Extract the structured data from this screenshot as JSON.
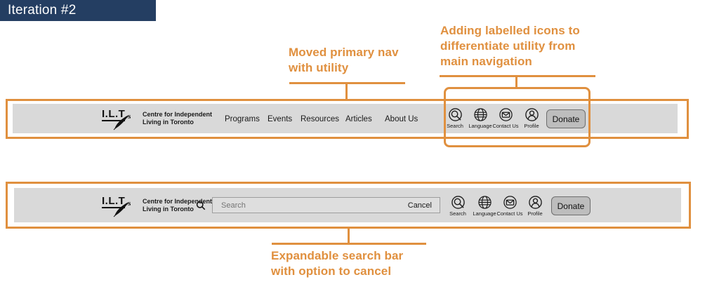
{
  "banner": {
    "title": "Iteration #2"
  },
  "colors": {
    "accent_orange": "#E0903F",
    "banner_navy": "#243E62",
    "navbar_gray": "#D9D9D9",
    "donate_gray": "#BDBDBD"
  },
  "annotations": {
    "primary_nav": "Moved primary nav\nwith utility",
    "labelled_icons": "Adding labelled icons to\ndifferentiate utility from\nmain navigation",
    "search_bar": "Expandable search bar\nwith option to cancel"
  },
  "logo": {
    "acronym": "I.L.T",
    "suffix": "s",
    "tagline_line1": "Centre for Independent",
    "tagline_line2": "Living in Toronto"
  },
  "navbar1": {
    "links": [
      "Programs",
      "Events",
      "Resources",
      "Articles",
      "About Us"
    ],
    "utility": [
      {
        "icon": "search-icon",
        "label": "Search"
      },
      {
        "icon": "globe-icon",
        "label": "Language"
      },
      {
        "icon": "envelope-icon",
        "label": "Contact Us"
      },
      {
        "icon": "profile-icon",
        "label": "Profile"
      }
    ],
    "donate_label": "Donate"
  },
  "navbar2": {
    "search_placeholder": "Search",
    "cancel_label": "Cancel",
    "utility": [
      {
        "icon": "search-icon",
        "label": "Search"
      },
      {
        "icon": "globe-icon",
        "label": "Language"
      },
      {
        "icon": "envelope-icon",
        "label": "Contact Us"
      },
      {
        "icon": "profile-icon",
        "label": "Profile"
      }
    ],
    "donate_label": "Donate"
  }
}
